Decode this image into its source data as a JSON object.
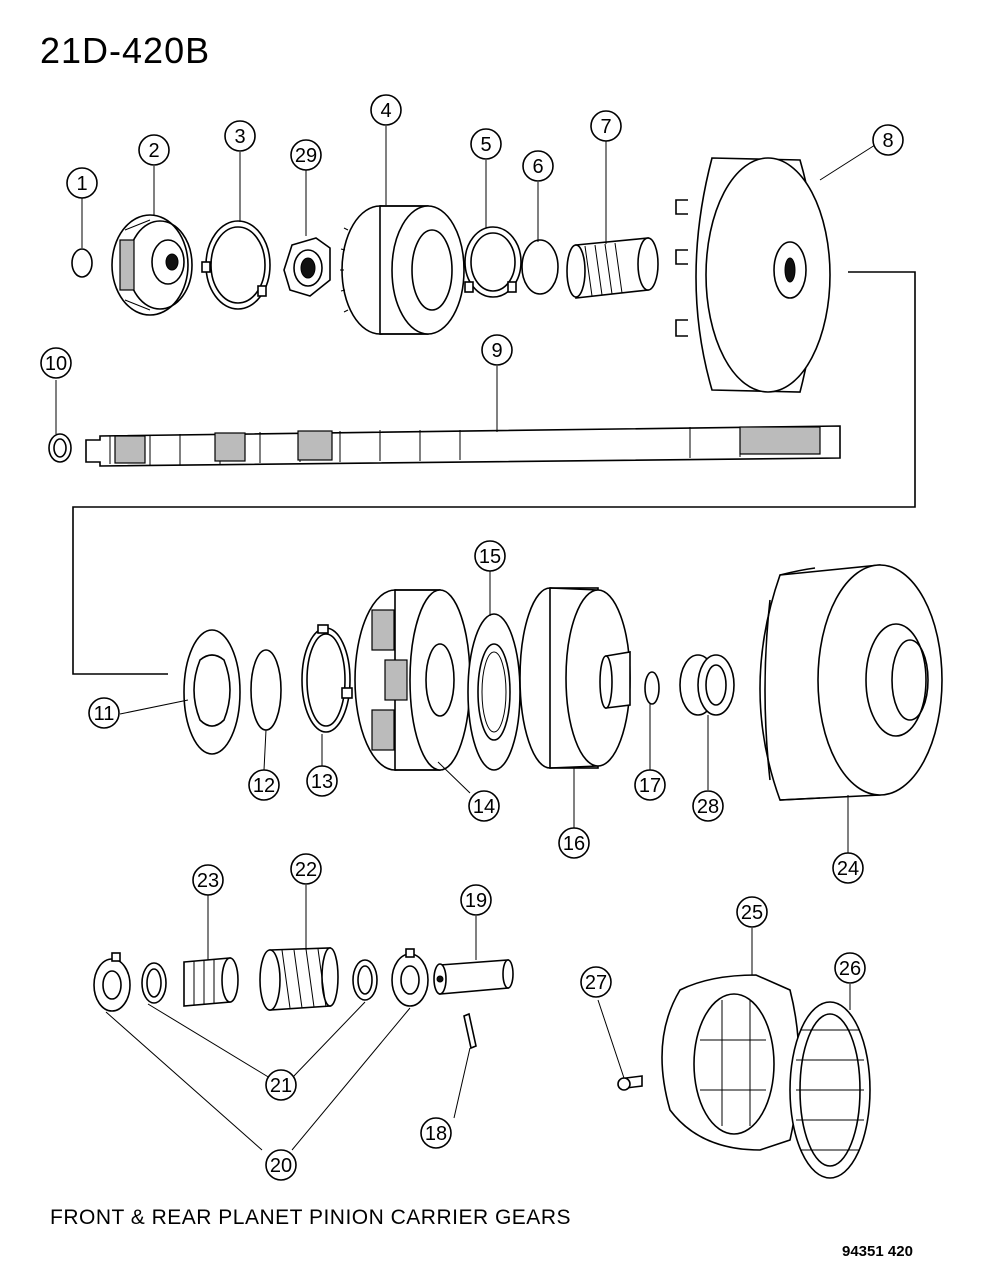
{
  "diagram_code": "21D-420B",
  "caption": "FRONT & REAR PLANET PINION CARRIER GEARS",
  "reference_number": "94351 420",
  "callouts": [
    "1",
    "2",
    "3",
    "29",
    "4",
    "5",
    "6",
    "7",
    "8",
    "10",
    "9",
    "15",
    "11",
    "12",
    "13",
    "14",
    "16",
    "17",
    "28",
    "24",
    "23",
    "22",
    "19",
    "27",
    "25",
    "26",
    "21",
    "18",
    "20"
  ]
}
